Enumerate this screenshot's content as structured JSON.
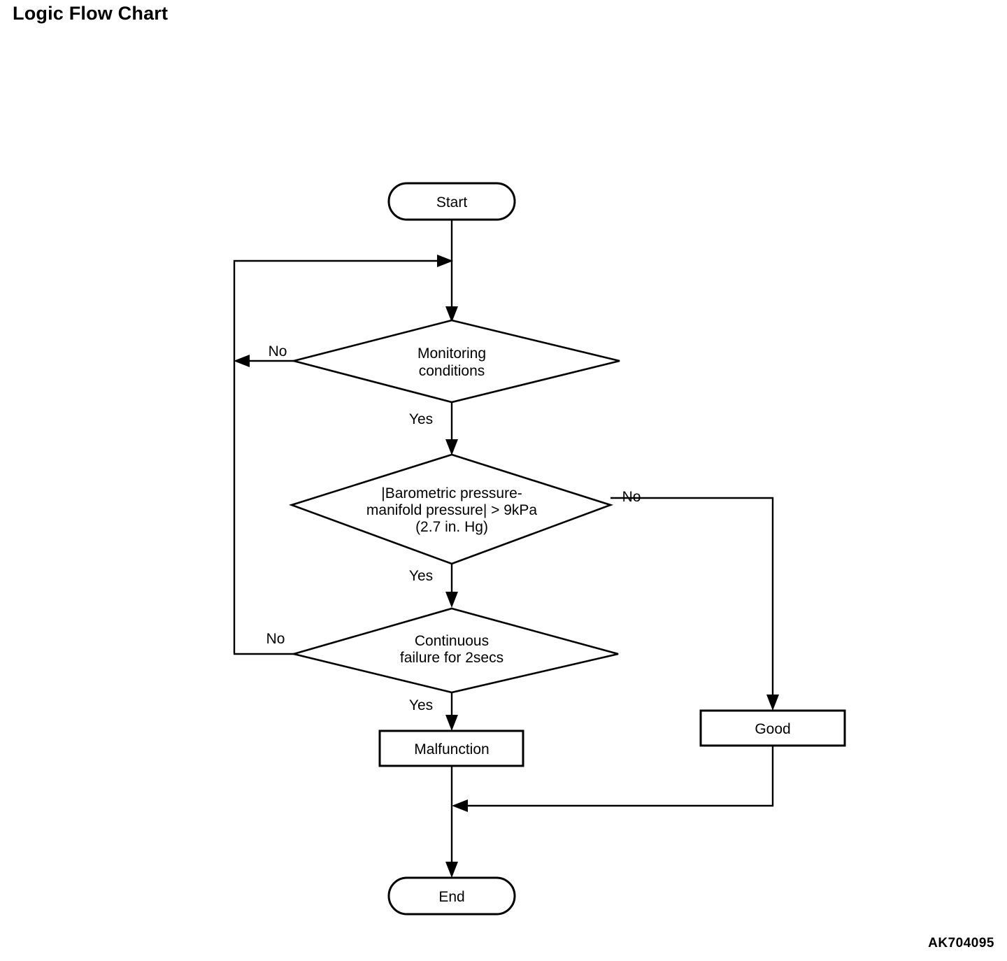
{
  "page": {
    "title": "Logic Flow Chart",
    "reference_code": "AK704095",
    "background_color": "#ffffff",
    "line_color": "#000000"
  },
  "chart_data": {
    "type": "diagram",
    "diagram_kind": "flowchart",
    "title": "Logic Flow Chart",
    "nodes": [
      {
        "id": "start",
        "shape": "terminator",
        "label": "Start"
      },
      {
        "id": "monitoring",
        "shape": "decision",
        "label": "Monitoring\nconditions",
        "lines": [
          "Monitoring",
          "conditions"
        ]
      },
      {
        "id": "pressure",
        "shape": "decision",
        "label": "|Barometric pressure-manifold pressure| > 9kPa (2.7 in. Hg)",
        "lines": [
          "|Barometric pressure-",
          "manifold pressure| > 9kPa",
          "(2.7 in. Hg)"
        ]
      },
      {
        "id": "continuous",
        "shape": "decision",
        "label": "Continuous\nfailure for 2secs",
        "lines": [
          "Continuous",
          "failure for 2secs"
        ]
      },
      {
        "id": "malfunction",
        "shape": "process",
        "label": "Malfunction"
      },
      {
        "id": "good",
        "shape": "process",
        "label": "Good"
      },
      {
        "id": "end",
        "shape": "terminator",
        "label": "End"
      }
    ],
    "edges": [
      {
        "from": "start",
        "to": "monitoring",
        "label": ""
      },
      {
        "from": "monitoring",
        "to": "monitoring",
        "label": "No",
        "route": "left-loop-back-to-input"
      },
      {
        "from": "monitoring",
        "to": "pressure",
        "label": "Yes"
      },
      {
        "from": "pressure",
        "to": "good",
        "label": "No",
        "route": "right-then-down"
      },
      {
        "from": "pressure",
        "to": "continuous",
        "label": "Yes"
      },
      {
        "from": "continuous",
        "to": "monitoring",
        "label": "No",
        "route": "left-loop-back-to-input"
      },
      {
        "from": "continuous",
        "to": "malfunction",
        "label": "Yes"
      },
      {
        "from": "malfunction",
        "to": "end",
        "label": ""
      },
      {
        "from": "good",
        "to": "end",
        "label": "",
        "route": "down-then-left-join"
      }
    ]
  },
  "labels": {
    "start": "Start",
    "monitoring_line1": "Monitoring",
    "monitoring_line2": "conditions",
    "pressure_line1": "|Barometric pressure-",
    "pressure_line2": "manifold pressure| > 9kPa",
    "pressure_line3": "(2.7 in. Hg)",
    "continuous_line1": "Continuous",
    "continuous_line2": "failure for 2secs",
    "malfunction": "Malfunction",
    "good": "Good",
    "end": "End",
    "no_monitoring": "No",
    "yes_monitoring": "Yes",
    "no_pressure": "No",
    "yes_pressure": "Yes",
    "no_continuous": "No",
    "yes_continuous": "Yes"
  }
}
